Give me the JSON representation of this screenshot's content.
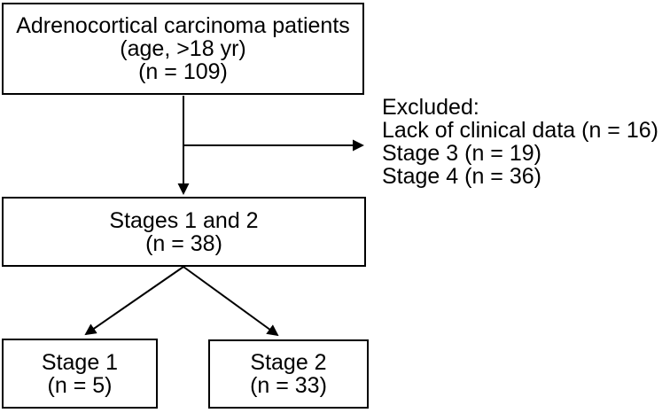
{
  "figure": {
    "type": "flowchart",
    "colors": {
      "line": "#000000",
      "text": "#000000",
      "background": "#ffffff"
    },
    "boxes": {
      "top": {
        "lines": [
          "Adrenocortical carcinoma patients",
          "(age, >18 yr)",
          "(n = 109)"
        ]
      },
      "middle": {
        "lines": [
          "Stages 1 and 2",
          "(n = 38)"
        ]
      },
      "stage1": {
        "lines": [
          "Stage 1",
          "(n = 5)"
        ]
      },
      "stage2": {
        "lines": [
          "Stage 2",
          "(n = 33)"
        ]
      }
    },
    "excluded_note": {
      "lines": [
        "Excluded:",
        "Lack of clinical data (n = 16)",
        "Stage 3 (n = 19)",
        "Stage 4 (n = 36)"
      ]
    }
  }
}
